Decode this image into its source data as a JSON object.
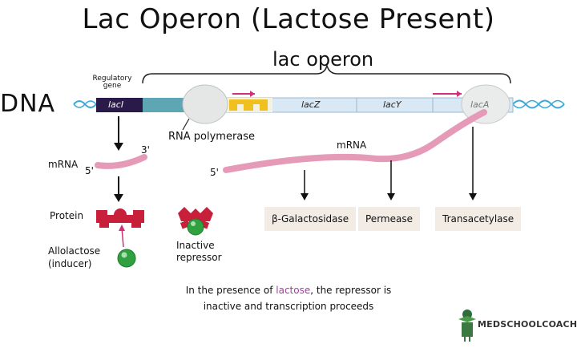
{
  "title": "Lac Operon (Lactose Present)",
  "operon_label": "lac operon",
  "dna_label": "DNA",
  "regulatory_gene_label": "Regulatory gene",
  "genes": {
    "lacI": "lacI",
    "lacZ": "lacZ",
    "lacY": "lacY",
    "lacA": "lacA"
  },
  "rna_polymerase_label": "RNA polymerase",
  "mrna_left": {
    "label": "mRNA",
    "five_prime": "5'",
    "three_prime": "3'"
  },
  "mrna_right": {
    "label": "mRNA",
    "five_prime": "5'"
  },
  "protein_label": "Protein",
  "allolactose_label_line1": "Allolactose",
  "allolactose_label_line2": "(inducer)",
  "inactive_label_line1": "Inactive",
  "inactive_label_line2": "repressor",
  "products": [
    "β-Galactosidase",
    "Permease",
    "Transacetylase"
  ],
  "caption": {
    "line1_before": "In the presence of ",
    "line1_highlight": "lactose",
    "line1_after": ", the repressor is",
    "line2": "inactive and transcription proceeds"
  },
  "logo_text": "MEDSCHOOLCOACH",
  "colors": {
    "lacI": "#2a1a4a",
    "promoter": "#5fa6b4",
    "operator": "#f0c020",
    "gene_bar": "#d8e8f4",
    "mrna": "#e59bb8",
    "repressor": "#c8203a",
    "inducer": "#30a040",
    "arrow_pink": "#d0307a",
    "dna_helix": "#3aa8d8",
    "product_box": "#f3ece4"
  }
}
